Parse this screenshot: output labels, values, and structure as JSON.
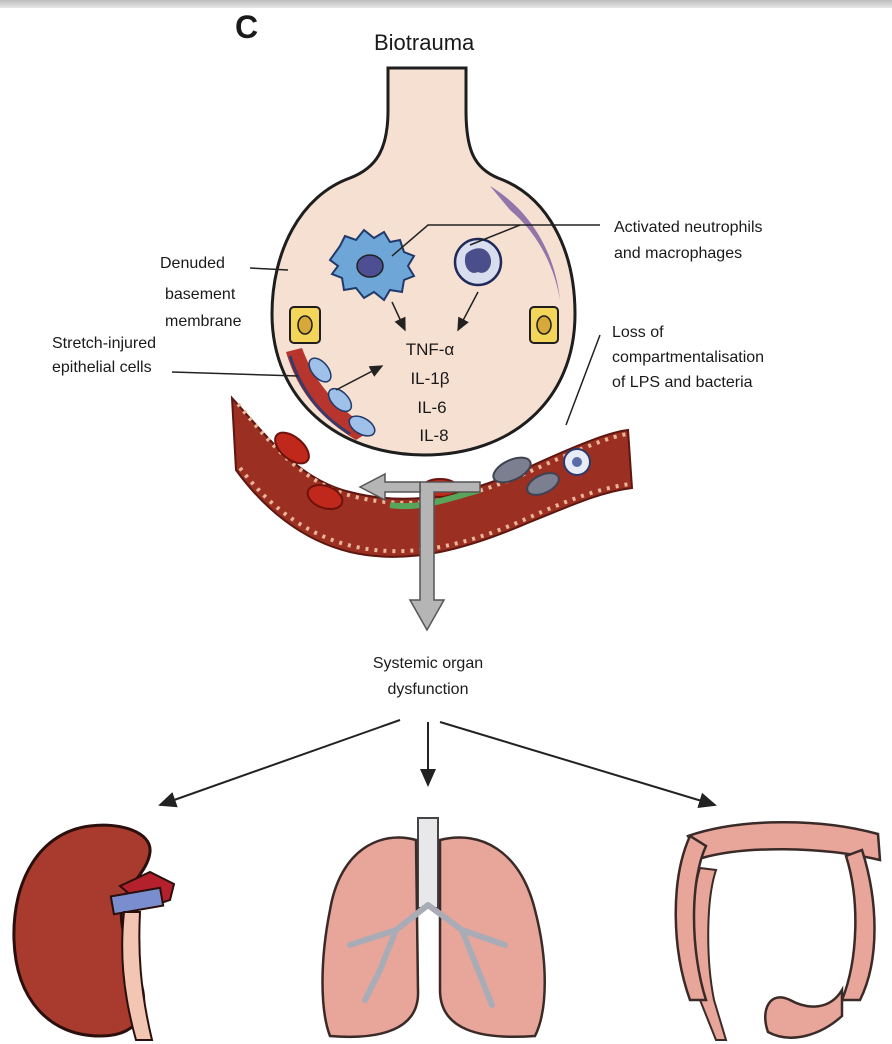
{
  "panel_letter": "C",
  "title": "Biotrauma",
  "labels": {
    "denuded": [
      "Denuded",
      "basement",
      "membrane"
    ],
    "stretch": [
      "Stretch-injured",
      "epithelial cells"
    ],
    "activated": [
      "Activated neutrophils",
      "and macrophages"
    ],
    "loss": [
      "Loss of",
      "compartmentalisation",
      "of LPS and bacteria"
    ],
    "systemic": [
      "Systemic organ",
      "dysfunction"
    ]
  },
  "cytokines": [
    "TNF-α",
    "IL-1β",
    "IL-6",
    "IL-8"
  ],
  "organs": [
    "kidney",
    "lungs",
    "intestine"
  ],
  "colors": {
    "alveolus_fill": "#f6e0d2",
    "vessel": "#9b2f22",
    "rbc": "#b0251d",
    "organ_pink": "#e8a59a",
    "kidney": "#a83a2e",
    "cell_blue": "#9fb8dc",
    "arrow_grey": "#b5b5b5"
  }
}
